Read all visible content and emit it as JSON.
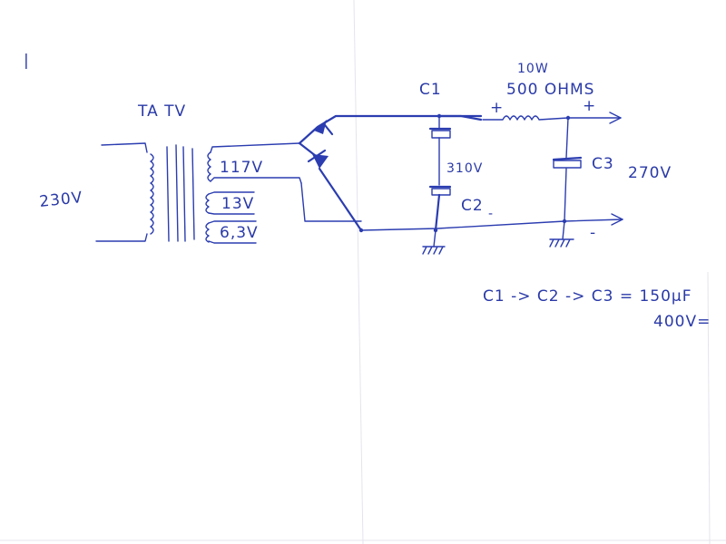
{
  "margin_mark": "|",
  "labels": {
    "transformer": "TA TV",
    "primary_voltage": "230V",
    "secondary_1": "117V",
    "secondary_2": "13V",
    "secondary_3": "6,3V",
    "cap_c1": "C1",
    "cap_c2": "C2",
    "cap_c3": "C3",
    "resistor_power": "10W",
    "resistor_value": "500 OHMS",
    "voltage_c1_c2": "310V",
    "voltage_output": "270V",
    "plus_input": "+",
    "plus_output": "+",
    "minus_output": "-",
    "minus_c2": "-",
    "note_line1": "C1 -> C2 -> C3 = 150μF",
    "note_line2": "400V="
  },
  "ink_color": "#2b3db0"
}
